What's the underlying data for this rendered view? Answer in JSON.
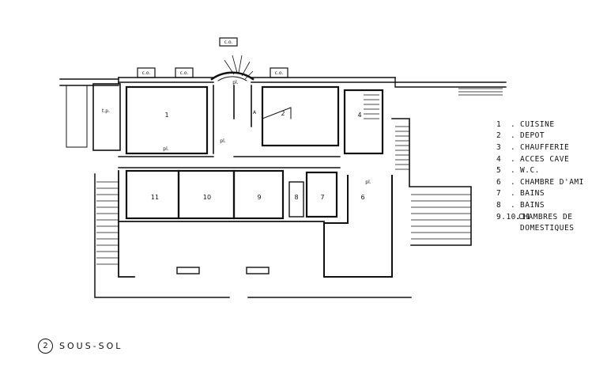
{
  "plan": {
    "room_labels": [
      "1",
      "2",
      "4",
      "11",
      "10",
      "9",
      "8",
      "7",
      "6"
    ],
    "fixture_labels": {
      "co": "c.o.",
      "pl": "pl.",
      "tp": "t.p.",
      "arrow": "A"
    }
  },
  "legend": [
    {
      "num": "1",
      "sep": ".",
      "text": "CUISINE"
    },
    {
      "num": "2",
      "sep": ".",
      "text": "DEPOT"
    },
    {
      "num": "3",
      "sep": ".",
      "text": "CHAUFFERIE"
    },
    {
      "num": "4",
      "sep": ".",
      "text": "ACCES CAVE"
    },
    {
      "num": "5",
      "sep": ".",
      "text": "W.C."
    },
    {
      "num": "6",
      "sep": ".",
      "text": "CHAMBRE D'AMI"
    },
    {
      "num": "7",
      "sep": ".",
      "text": "BAINS"
    },
    {
      "num": "8",
      "sep": ".",
      "text": "BAINS"
    },
    {
      "num": "9.10.11",
      "sep": ".",
      "text": "CHAMBRES DE",
      "cont": "DOMESTIQUES"
    }
  ],
  "caption": {
    "number": "2",
    "title": "SOUS-SOL"
  }
}
